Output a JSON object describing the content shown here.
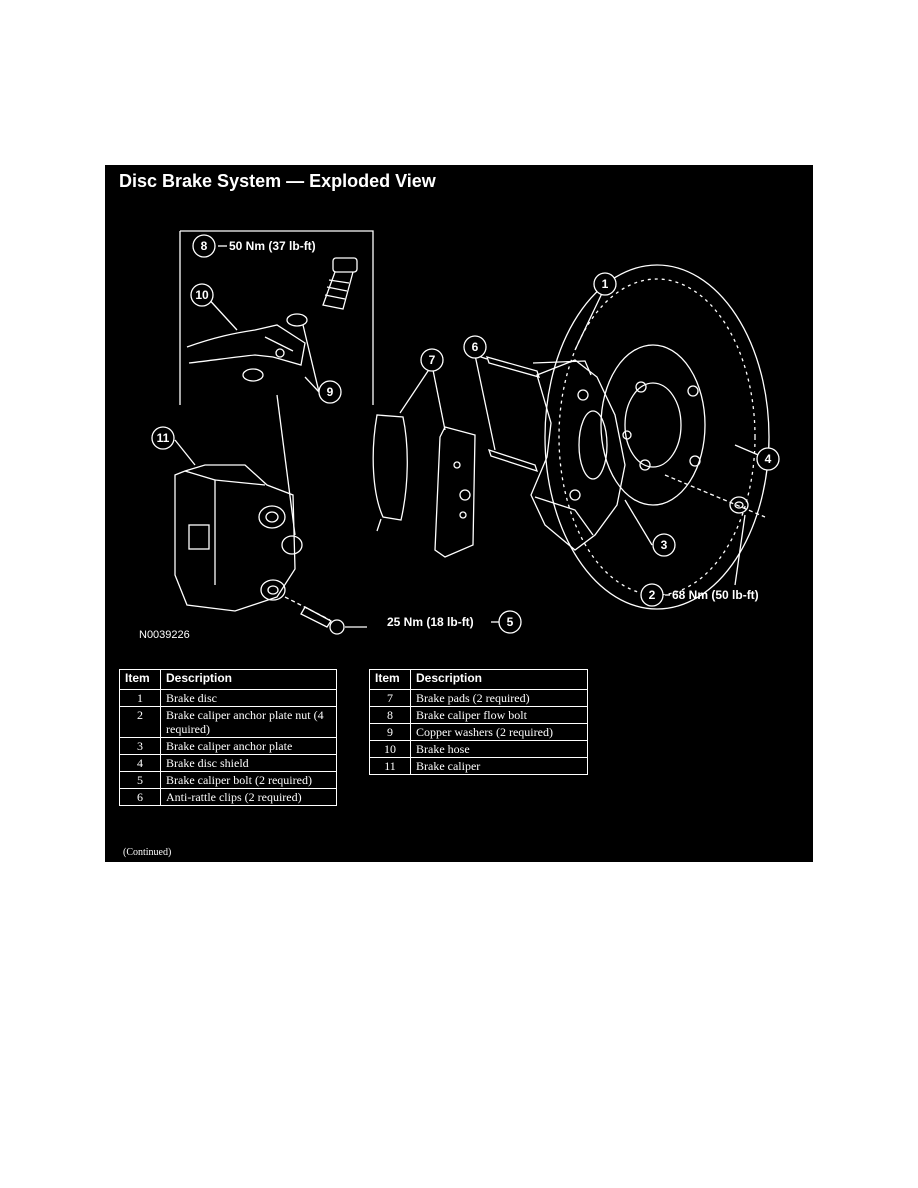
{
  "figure": {
    "title": "Disc Brake System — Exploded View",
    "code": "N0039226",
    "continued": "(Continued)"
  },
  "callouts": {
    "c1": "1",
    "c2": "2",
    "c3": "3",
    "c4": "4",
    "c5": "5",
    "c6": "6",
    "c7": "7",
    "c8": "8",
    "c9": "9",
    "c10": "10",
    "c11": "11"
  },
  "torque": {
    "flow_bolt": "50 Nm (37 lb-ft)",
    "anchor_nut": "68 Nm (50 lb-ft)",
    "caliper_bolt": "25 Nm (18 lb-ft)"
  },
  "table_headers": {
    "item": "Item",
    "description": "Description"
  },
  "legend_left": [
    {
      "item": "1",
      "description": "Brake disc"
    },
    {
      "item": "2",
      "description": "Brake caliper anchor plate nut (4 required)"
    },
    {
      "item": "3",
      "description": "Brake caliper anchor plate"
    },
    {
      "item": "4",
      "description": "Brake disc shield"
    },
    {
      "item": "5",
      "description": "Brake caliper bolt (2 required)"
    },
    {
      "item": "6",
      "description": "Anti-rattle clips (2 required)"
    }
  ],
  "legend_right": [
    {
      "item": "7",
      "description": "Brake pads (2 required)"
    },
    {
      "item": "8",
      "description": "Brake caliper flow bolt"
    },
    {
      "item": "9",
      "description": "Copper washers (2 required)"
    },
    {
      "item": "10",
      "description": "Brake hose"
    },
    {
      "item": "11",
      "description": "Brake caliper"
    }
  ]
}
